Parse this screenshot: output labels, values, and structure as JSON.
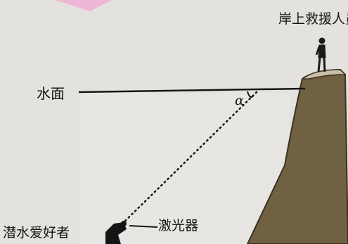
{
  "labels": {
    "rescuer": "岸上救援人员",
    "water_surface": "水面",
    "angle": "α",
    "diver": "潜水爱好者",
    "laser": "激光器"
  },
  "colors": {
    "background": "#e4e2df",
    "cliff": "#6f6142",
    "cliff_top": "#c9bfa6",
    "line": "#161616",
    "corner_tint": "#efb0d4"
  }
}
